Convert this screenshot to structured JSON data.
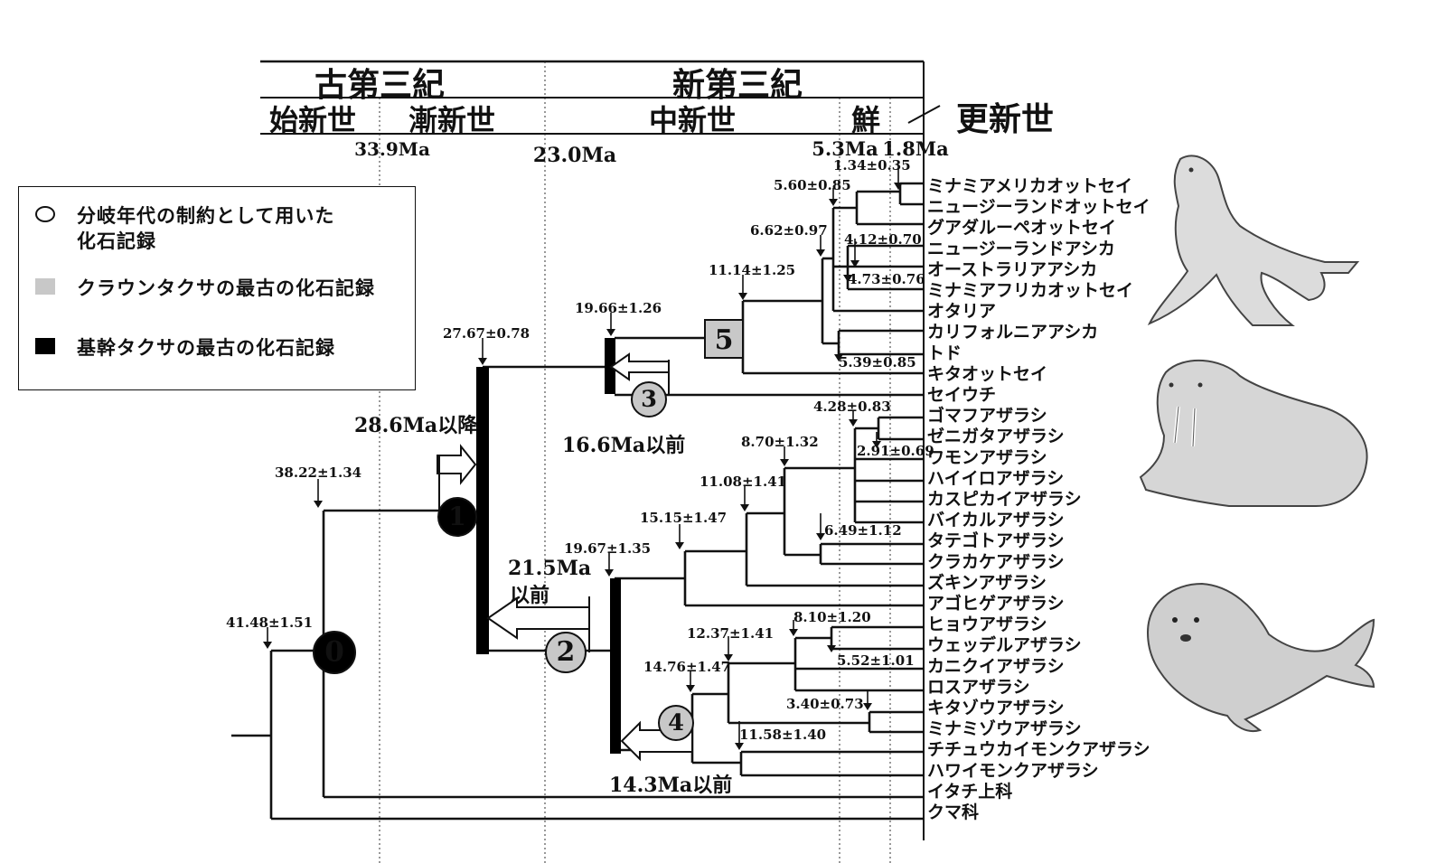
{
  "header": {
    "era_paleogene": "古第三紀",
    "era_neogene": "新第三紀",
    "epoch_eocene": "始新世",
    "epoch_oligocene": "漸新世",
    "epoch_miocene": "中新世",
    "epoch_pliocene": "鮮",
    "epoch_pleistocene": "更新世",
    "boundaries": [
      "33.9Ma",
      "23.0Ma",
      "5.3Ma",
      "1.8Ma"
    ]
  },
  "legend": {
    "circle_label": "分岐年代の制約として用いた\n化石記録",
    "gray_label": "クラウンタクサの最古の化石記録",
    "black_label": "基幹タクサの最古の化石記録"
  },
  "node_markers": [
    "0",
    "1",
    "2",
    "3",
    "4",
    "5"
  ],
  "node_ages": [
    "41.48±1.51",
    "38.22±1.34",
    "27.67±0.78",
    "19.66±1.26",
    "11.14±1.25",
    "6.62±0.97",
    "5.60±0.85",
    "1.34±0.35",
    "4.12±0.70",
    "4.73±0.76",
    "5.39±0.85",
    "4.28±0.83",
    "2.91±0.69",
    "8.70±1.32",
    "11.08±1.41",
    "15.15±1.47",
    "6.49±1.12",
    "19.67±1.35",
    "12.37±1.41",
    "8.10±1.20",
    "5.52±1.01",
    "14.76±1.47",
    "3.40±0.73",
    "11.58±1.40"
  ],
  "constraints": {
    "after_28_6": "28.6Ma以降",
    "before_16_6": "16.6Ma以前",
    "before_21_5_line1": "21.5Ma",
    "before_21_5_line2": "以前",
    "before_14_3": "14.3Ma以前"
  },
  "taxa": [
    "ミナミアメリカオットセイ",
    "ニュージーランドオットセイ",
    "グアダルーペオットセイ",
    "ニュージーランドアシカ",
    "オーストラリアアシカ",
    "ミナミアフリカオットセイ",
    "オタリア",
    "カリフォルニアアシカ",
    "トド",
    "キタオットセイ",
    "セイウチ",
    "ゴマフアザラシ",
    "ゼニガタアザラシ",
    "ワモンアザラシ",
    "ハイイロアザラシ",
    "カスピカイアザラシ",
    "バイカルアザラシ",
    "タテゴトアザラシ",
    "クラカケアザラシ",
    "ズキンアザラシ",
    "アゴヒゲアザラシ",
    "ヒョウアザラシ",
    "ウェッデルアザラシ",
    "カニクイアザラシ",
    "ロスアザラシ",
    "キタゾウアザラシ",
    "ミナミゾウアザラシ",
    "チチュウカイモンクアザラシ",
    "ハワイモンクアザラシ",
    "イタチ上科",
    "クマ科"
  ],
  "colors": {
    "gray_marker": "#c8c8c8",
    "black_marker": "#000000",
    "line": "#111111"
  }
}
